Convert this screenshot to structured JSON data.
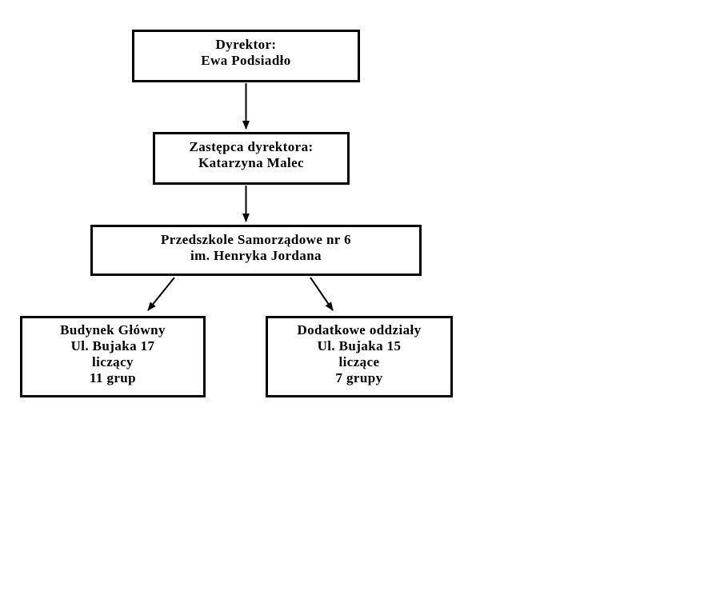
{
  "page": {
    "background_color": "#ffffff",
    "line_color": "#000000",
    "text_color": "#000000"
  },
  "diagram": {
    "type": "org-chart",
    "boxes": [
      {
        "id": "director",
        "lines": [
          "Dyrektor:",
          "Ewa Podsiadło"
        ]
      },
      {
        "id": "deputy",
        "lines": [
          "Zastępca dyrektora:",
          "Katarzyna Malec"
        ]
      },
      {
        "id": "school",
        "lines": [
          "Przedszkole Samorządowe nr 6",
          "im. Henryka Jordana"
        ]
      },
      {
        "id": "main-building",
        "lines": [
          "Budynek Główny",
          "Ul. Bujaka 17",
          "liczący",
          "11 grup"
        ]
      },
      {
        "id": "additional-units",
        "lines": [
          "Dodatkowe oddziały",
          "Ul. Bujaka 15",
          "liczące",
          "7 grupy"
        ]
      }
    ],
    "connections": [
      {
        "from": "director",
        "to": "deputy"
      },
      {
        "from": "deputy",
        "to": "school"
      },
      {
        "from": "school",
        "to": "main-building"
      },
      {
        "from": "school",
        "to": "additional-units"
      }
    ]
  }
}
